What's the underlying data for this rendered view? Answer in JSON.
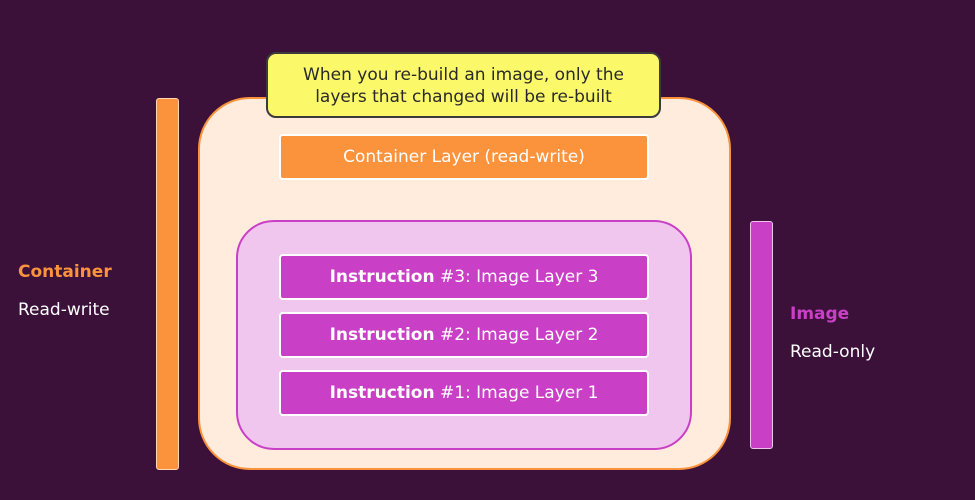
{
  "callout": {
    "line1": "When you re-build an image, only the",
    "line2": "layers that changed will be re-built"
  },
  "container": {
    "title": "Container",
    "subtitle": "Read-write",
    "layer_label": "Container Layer (read-write)"
  },
  "image": {
    "title": "Image",
    "subtitle": "Read-only",
    "layers": [
      {
        "prefix": "Instruction",
        "rest": " #3: Image Layer 3"
      },
      {
        "prefix": "Instruction",
        "rest": " #2: Image Layer 2"
      },
      {
        "prefix": "Instruction",
        "rest": " #1: Image Layer 1"
      }
    ]
  },
  "colors": {
    "background": "#3b1139",
    "container_orange": "#fb923c",
    "image_magenta": "#c940c6",
    "callout_yellow": "#fbf86a"
  }
}
